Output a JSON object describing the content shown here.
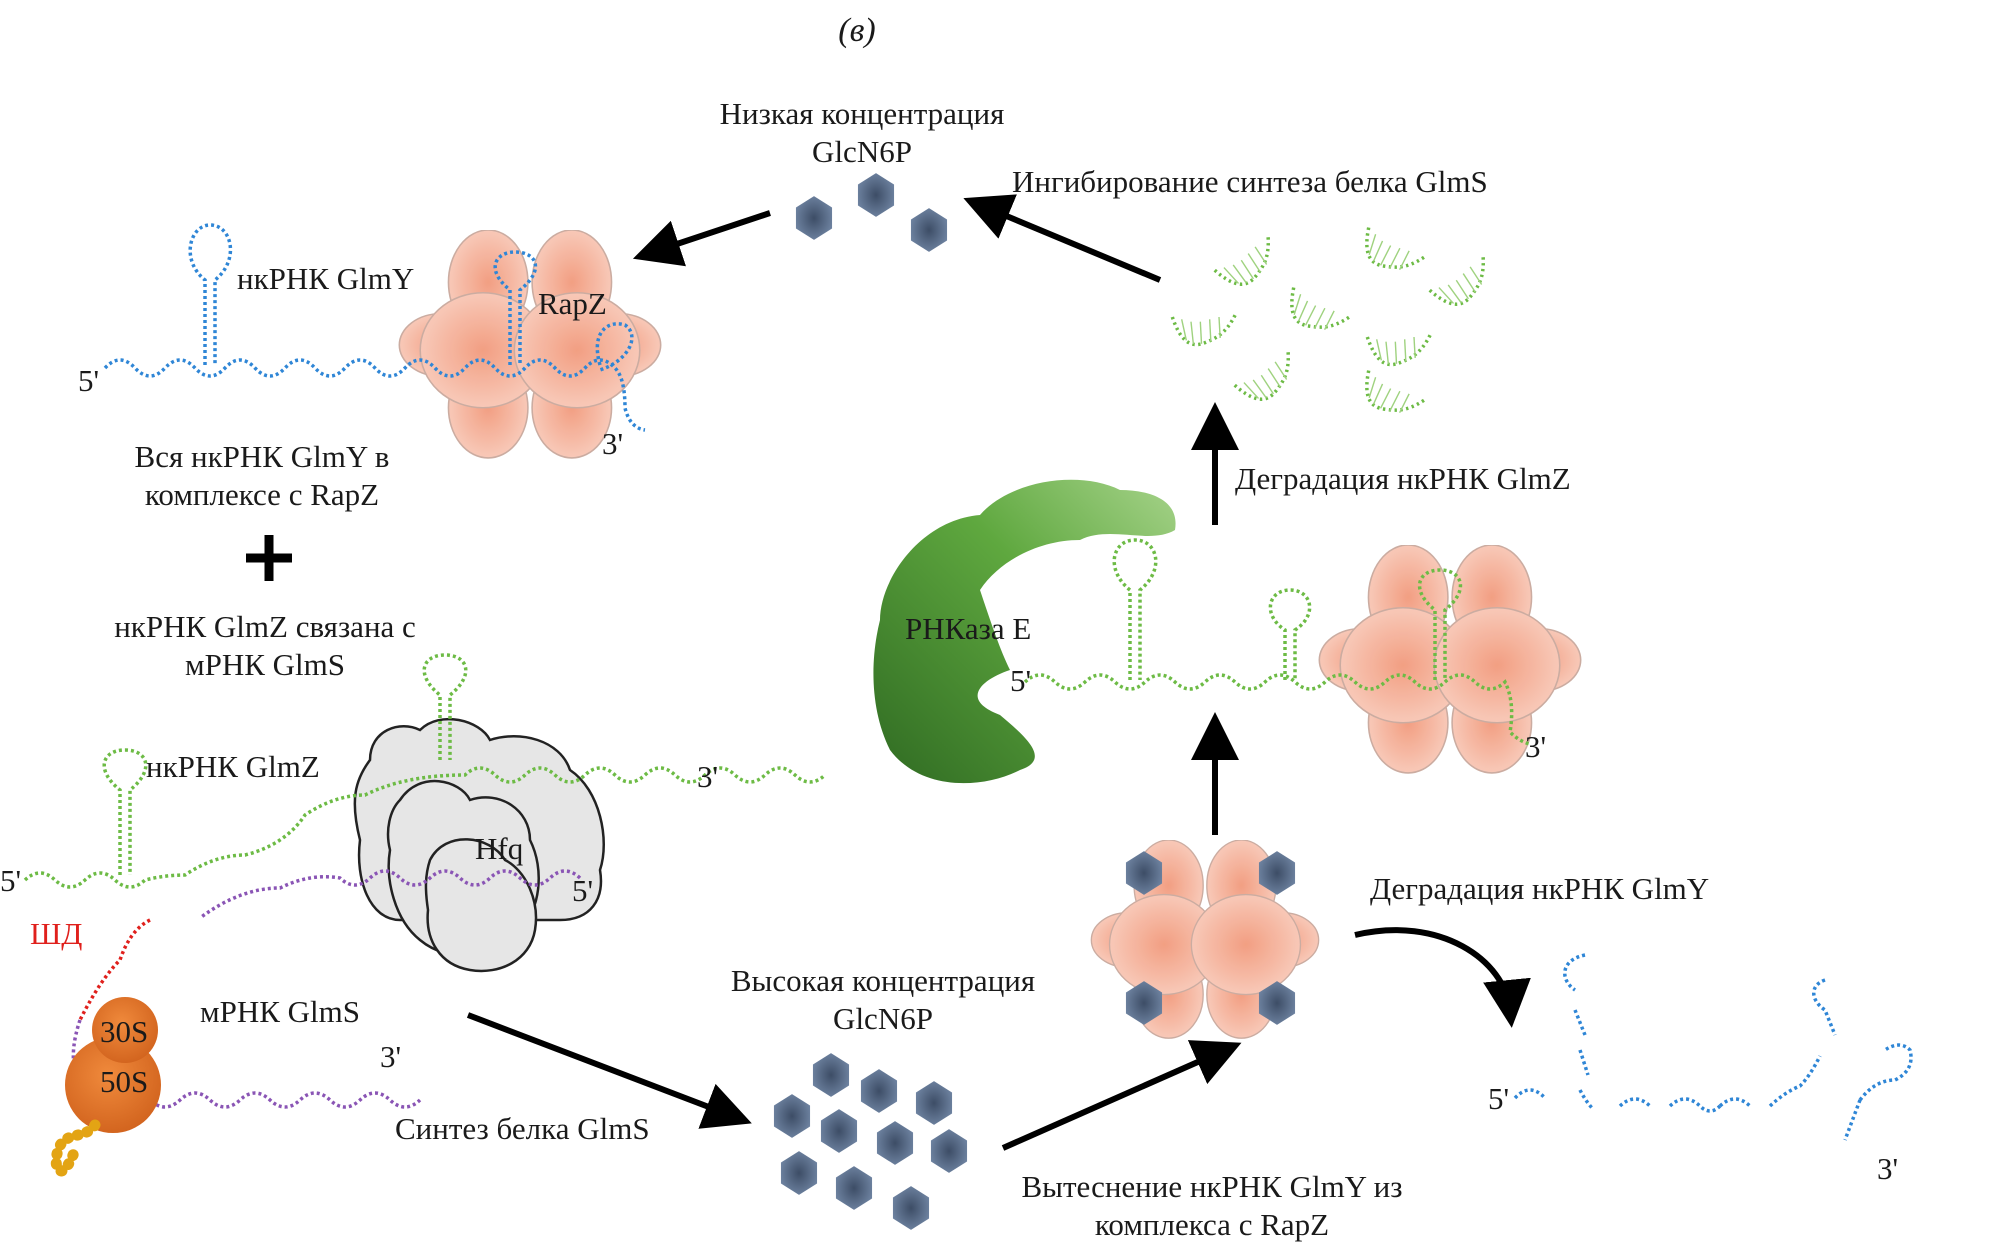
{
  "figure": {
    "panel_label": "(в)",
    "colors": {
      "glmY_rna": "#2f86d6",
      "glmZ_rna": "#6dbb45",
      "glmS_mrna": "#8a55b5",
      "shine_dalgarno": "#e0201c",
      "rapZ": "#f4a98c",
      "hfq": "#e6e6e6",
      "rnase_e": "#3f8a2c",
      "ribosome": "#e67d33",
      "peptide": "#e3a414",
      "glcn6p": "#5f7491",
      "arrow": "#000000"
    }
  },
  "labels": {
    "low_glcn6p_line1": "Низкая концентрация",
    "low_glcn6p_line2": "GlcN6P",
    "inhibition": "Ингибирование синтеза белка GlmS",
    "glmY_rna": "нкРНК GlmY",
    "rapZ": "RapZ",
    "five_prime": "5'",
    "three_prime": "3'",
    "all_glmY_line1": "Вся нкРНК GlmY в",
    "all_glmY_line2": "комплексе с RapZ",
    "plus": "+",
    "glmZ_bound_line1": "нкРНК GlmZ связана с",
    "glmZ_bound_line2": "мРНК GlmS",
    "glmZ_rna": "нкРНК GlmZ",
    "hfq": "Hfq",
    "shine_dalgarno": "ШД",
    "ribosome_30s": "30S",
    "ribosome_50s": "50S",
    "glmS_mrna": "мРНК GlmS",
    "glmS_synthesis": "Синтез белка GlmS",
    "high_glcn6p_line1": "Высокая концентрация",
    "high_glcn6p_line2": "GlcN6P",
    "displacement_line1": "Вытеснение нкРНК GlmY из",
    "displacement_line2": "комплекса с RapZ",
    "glmZ_degradation": "Деградация нкРНК GlmZ",
    "rnase_e": "РНКаза E",
    "glmY_degradation": "Деградация нкРНК GlmY"
  }
}
